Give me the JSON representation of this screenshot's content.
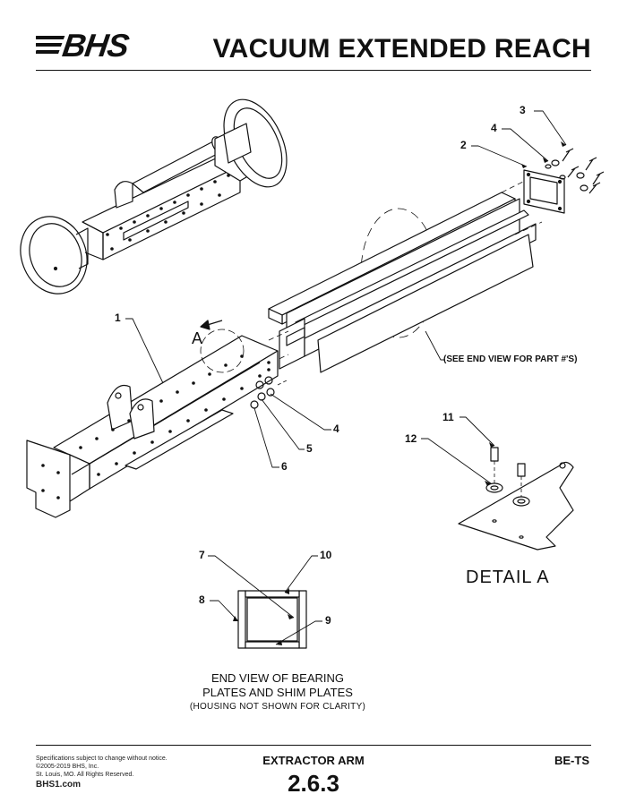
{
  "header": {
    "logo_text": "BHS",
    "title": "VACUUM EXTENDED REACH"
  },
  "callouts": [
    "1",
    "2",
    "3",
    "4",
    "4",
    "5",
    "6",
    "7",
    "8",
    "9",
    "10",
    "11",
    "12"
  ],
  "captions": {
    "see_end_view": "(SEE END VIEW FOR PART #'S)",
    "detail_marker": "A",
    "detail_label": "DETAIL  A",
    "end_view_line1": "END VIEW OF BEARING",
    "end_view_line2": "PLATES AND SHIM PLATES",
    "end_view_note": "(HOUSING NOT SHOWN FOR CLARITY)"
  },
  "footer": {
    "line1": "Specifications subject to change without notice.",
    "line2": "©2005-2019 BHS, Inc.",
    "line3": "St. Louis, MO.  All Rights Reserved.",
    "url": "BHS1.com",
    "section_name": "EXTRACTOR ARM",
    "section_number": "2.6.3",
    "doc_code": "BE-TS"
  }
}
